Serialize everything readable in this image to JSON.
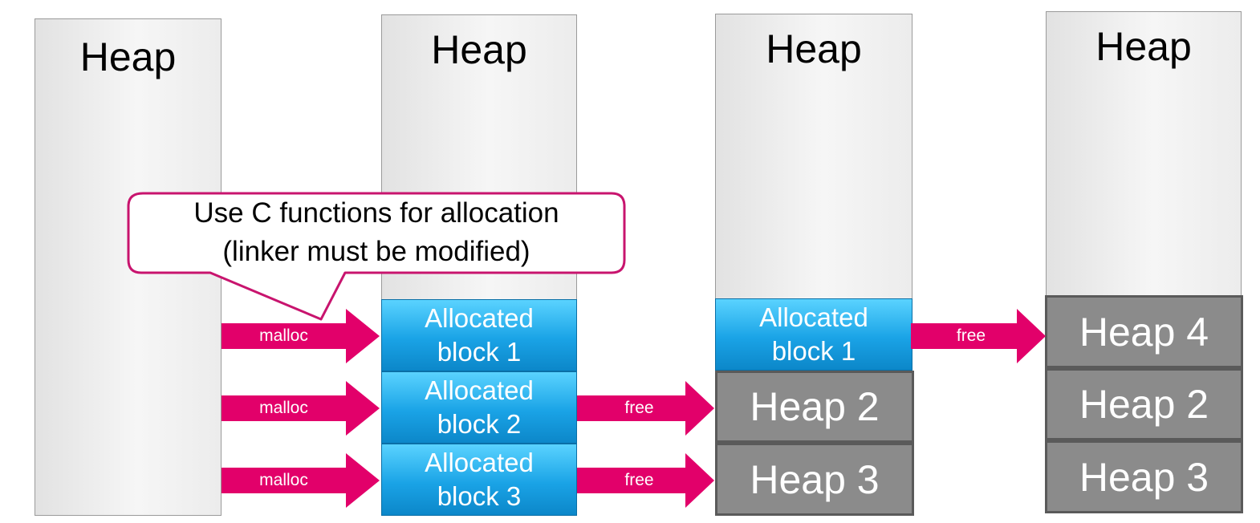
{
  "colors": {
    "arrow": "#e2006a",
    "allocated_block": "#1aa3e6",
    "heap_block": "#8b8b8b",
    "callout_border": "#c8146e"
  },
  "columns": [
    {
      "title": "Heap"
    },
    {
      "title": "Heap"
    },
    {
      "title": "Heap"
    },
    {
      "title": "Heap"
    }
  ],
  "allocated_col2": [
    {
      "line1": "Allocated",
      "line2": "block 1"
    },
    {
      "line1": "Allocated",
      "line2": "block 2"
    },
    {
      "line1": "Allocated",
      "line2": "block 3"
    }
  ],
  "allocated_col3": {
    "line1": "Allocated",
    "line2": "block 1"
  },
  "col3_heaps": [
    "Heap 2",
    "Heap 3"
  ],
  "col4_heaps": [
    "Heap 4",
    "Heap 2",
    "Heap 3"
  ],
  "arrows": {
    "malloc": [
      "malloc",
      "malloc",
      "malloc"
    ],
    "free_col2": [
      "free",
      "free"
    ],
    "free_col3": "free"
  },
  "callout": {
    "line1": "Use C functions for allocation",
    "line2": "(linker must be modified)"
  }
}
